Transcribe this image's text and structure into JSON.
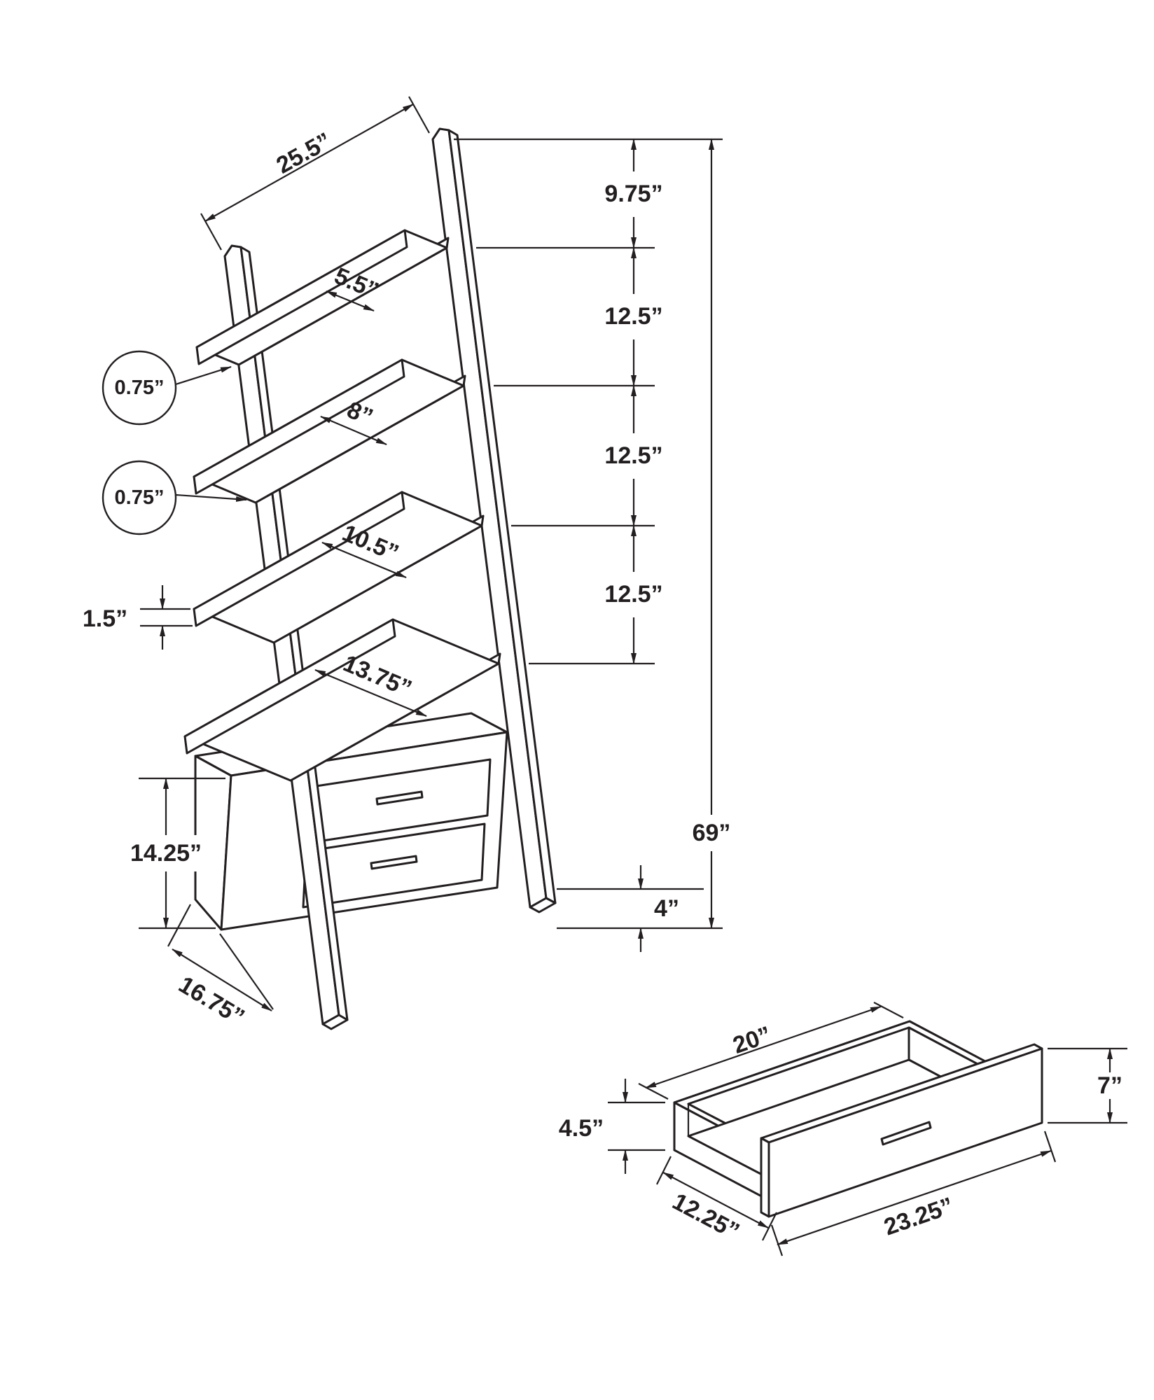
{
  "figure": {
    "type": "assembly-dimension-diagram",
    "subject": "ladder bookcase with 2 storage drawers and detached drawer detail",
    "stroke_color": "#231f20",
    "background": "#ffffff"
  },
  "ladder": {
    "width_top": "25.5”",
    "gap_top": "9.75”",
    "shelf1_depth": "5.5”",
    "board_thickness_1": "0.75”",
    "gap_2": "12.5”",
    "shelf2_depth": "8”",
    "board_thickness_2": "0.75”",
    "gap_3": "12.5”",
    "shelf3_depth": "10.5”",
    "lip_height": "1.5”",
    "gap_4": "12.5”",
    "shelf4_depth": "13.75”",
    "cabinet_height": "14.25”",
    "overall_height": "69”",
    "foot_height": "4”",
    "base_depth": "16.75”"
  },
  "drawer": {
    "width": "20”",
    "front_height": "7”",
    "side_height": "4.5”",
    "depth": "12.25”",
    "front_width": "23.25”"
  }
}
